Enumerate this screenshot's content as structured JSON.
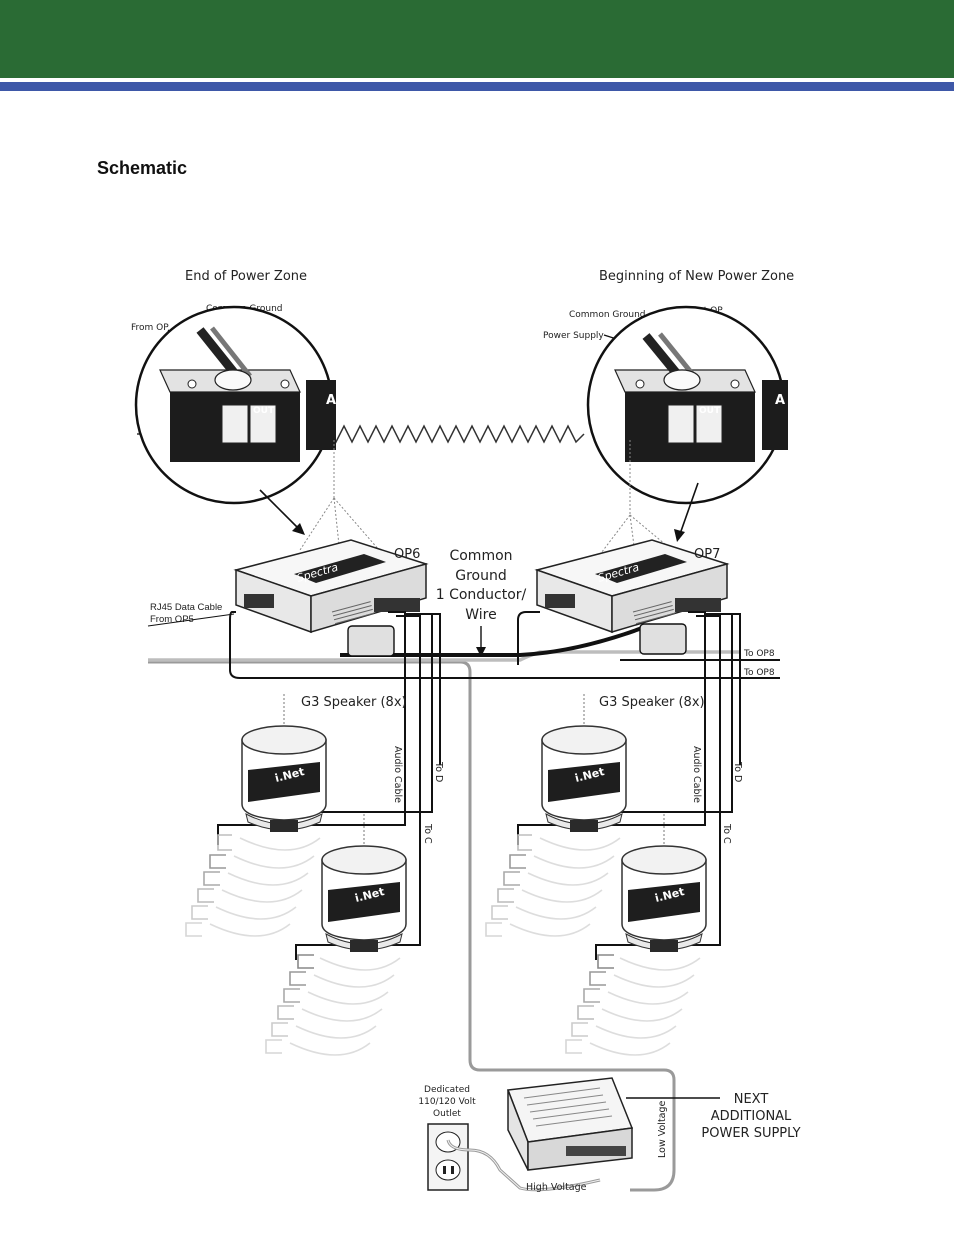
{
  "page": {
    "section_title": "Schematic"
  },
  "colors": {
    "header_green": "#2a6b34",
    "header_blue": "#3e58a8",
    "wire": "#1a1a1a"
  },
  "diagram": {
    "zone_left_title": "End of Power Zone",
    "zone_right_title": "Beginning of New Power Zone",
    "left_callout": {
      "common_ground": "Common Ground",
      "from_op": "From OP"
    },
    "right_callout": {
      "common_ground": "Common Ground",
      "to_next_op": "To Next OP",
      "power_supply": "Power Supply"
    },
    "panel_letter": "A",
    "terminal_out": "OUT",
    "op6_label": "OP6",
    "op7_label": "OP7",
    "brand": "Spectra",
    "brand_suffix": "i.Net",
    "common_ground_center": [
      "Common",
      "Ground",
      "1 Conductor/",
      "Wire"
    ],
    "rj45_label": [
      "RJ45 Data Cable",
      "From OP5"
    ],
    "to_op8_a": "To OP8",
    "to_op8_b": "To OP8",
    "speaker_group_left": "G3 Speaker (8x)",
    "speaker_group_right": "G3 Speaker (8x)",
    "audio_cable_left": "Audio Cable",
    "audio_cable_right": "Audio Cable",
    "to_d_left": "To D",
    "to_c_left": "To C",
    "to_d_right": "To D",
    "to_c_right": "To C",
    "outlet_label": [
      "Dedicated",
      "110/120 Volt",
      "Outlet"
    ],
    "next_supply_label": [
      "NEXT",
      "ADDITIONAL",
      "POWER SUPPLY"
    ],
    "low_voltage": "Low Voltage",
    "high_voltage": "High Voltage"
  }
}
